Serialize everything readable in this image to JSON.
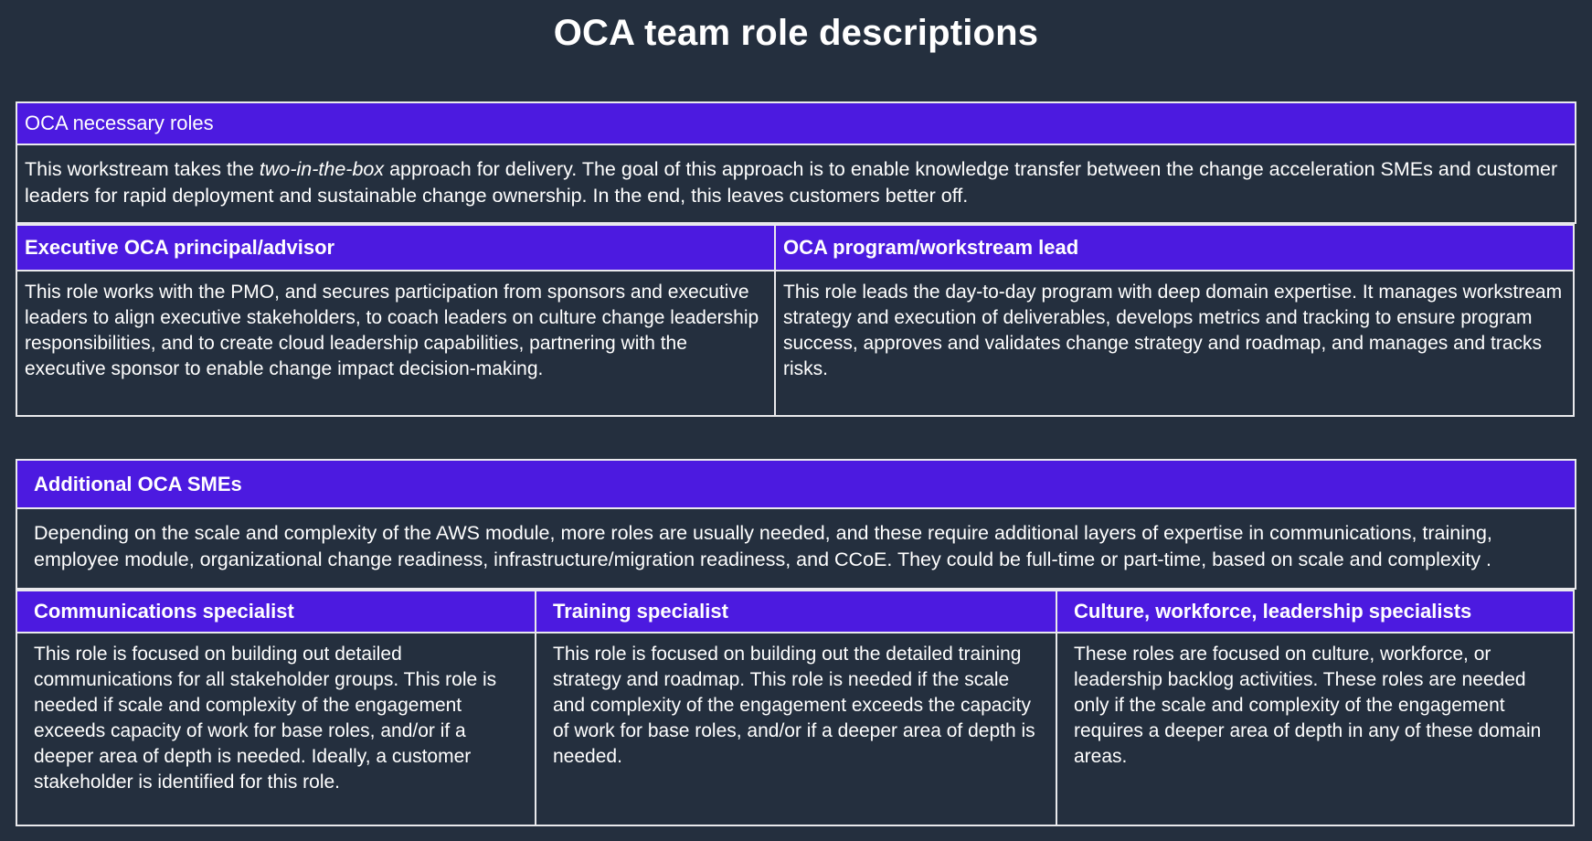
{
  "title": "OCA team role descriptions",
  "colors": {
    "background": "#242f3e",
    "header_purple": "#4c1ae0",
    "border": "#e9e9ec",
    "text": "#ffffff"
  },
  "sections": [
    {
      "id": "oca-necessary-roles",
      "band_label": "OCA necessary roles",
      "intro_before_italic": "This workstream takes the ",
      "intro_italic": "two-in-the-box",
      "intro_after_italic": " approach for delivery. The goal of this approach is to enable knowledge transfer between the change acceleration SMEs and customer leaders for rapid deployment and sustainable change ownership. In the end, this leaves customers better off.",
      "roles": [
        {
          "heading": "Executive OCA principal/advisor",
          "body": "This role works with the PMO, and secures participation from sponsors and executive leaders to align executive stakeholders, to coach leaders on culture change leadership responsibilities, and to create cloud leadership capabilities, partnering with the executive sponsor to enable change impact decision-making."
        },
        {
          "heading": "OCA program/workstream lead",
          "body": "This role leads the day-to-day program with deep domain expertise. It manages workstream strategy and execution of deliverables, develops metrics and tracking to ensure program success, approves and validates change strategy and roadmap, and manages and tracks risks."
        }
      ]
    },
    {
      "id": "additional-oca-smes",
      "band_label": "Additional OCA SMEs",
      "intro": "Depending on the scale and complexity of the AWS module,  more roles are usually needed, and these require additional layers of expertise in communications, training, employee module, organizational change readiness, infrastructure/migration readiness, and CCoE. They could be full-time or part-time, based on scale and complexity .",
      "roles": [
        {
          "heading": "Communications specialist",
          "body": "This role is focused on building out detailed communications for all stakeholder groups. This role is needed if scale and complexity of the engagement exceeds capacity of work for base roles, and/or if a deeper area of depth is needed. Ideally, a customer stakeholder is identified for this role."
        },
        {
          "heading": "Training specialist",
          "body": "This role is focused on building out the detailed training strategy and roadmap. This role is needed if the scale and complexity of the engagement exceeds the capacity of work for base roles, and/or if a deeper area of depth is needed."
        },
        {
          "heading": "Culture, workforce, leadership specialists",
          "body": "These roles are focused on culture, workforce, or leadership backlog activities. These roles are needed only if the scale and complexity of the engagement requires a deeper area of depth in any of these domain areas."
        }
      ]
    }
  ]
}
